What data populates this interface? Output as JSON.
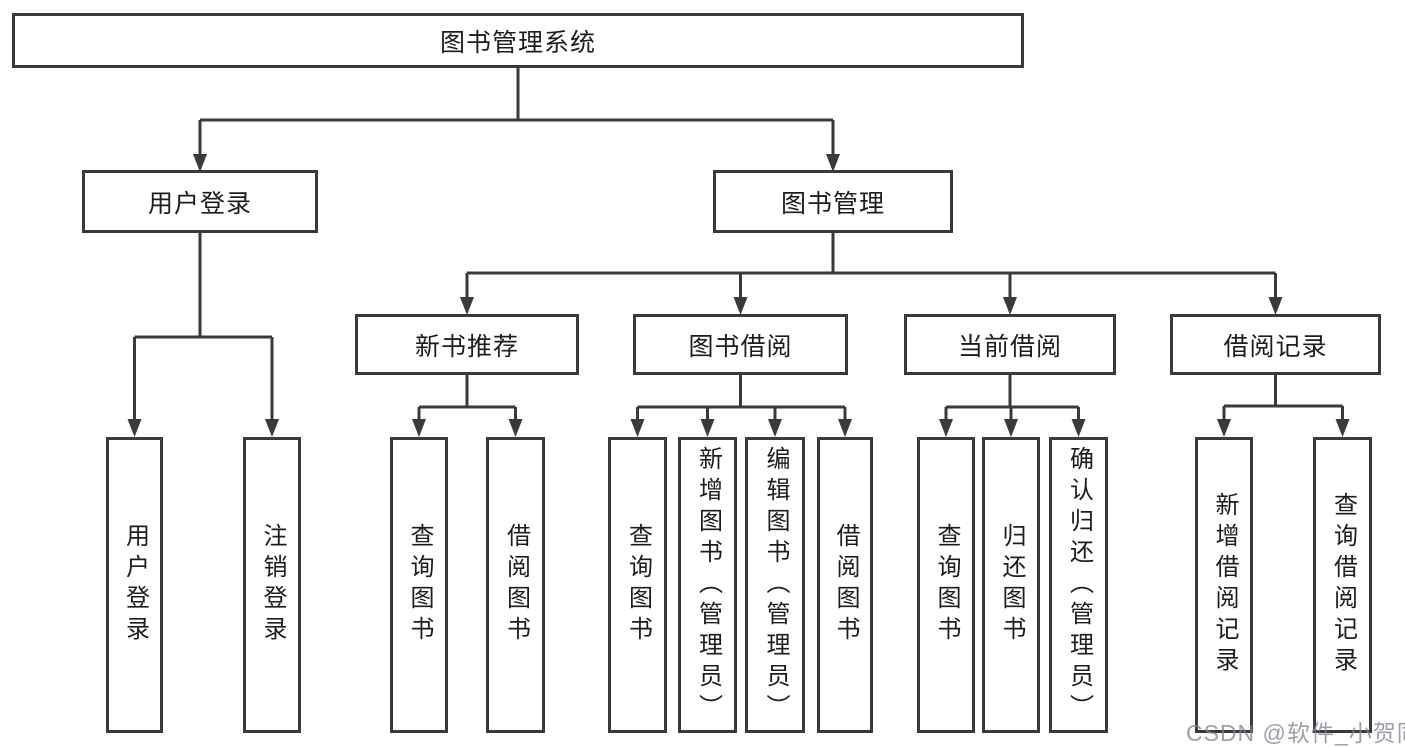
{
  "watermark": "CSDN @软件_小贺同学",
  "colors": {
    "line": "#3a3a3a",
    "box_border": "#3a3a3a",
    "text": "#1d1d1d",
    "background": "#ffffff",
    "watermark": "#80858f"
  },
  "diagram": {
    "type": "tree",
    "root": {
      "label": "图书管理系统"
    },
    "level2": [
      {
        "label": "用户登录",
        "children": [
          {
            "label": "用户登录"
          },
          {
            "label": "注销登录"
          }
        ]
      },
      {
        "label": "图书管理",
        "children": [
          {
            "label": "新书推荐",
            "children": [
              {
                "label": "查询图书"
              },
              {
                "label": "借阅图书"
              }
            ]
          },
          {
            "label": "图书借阅",
            "children": [
              {
                "label": "查询图书"
              },
              {
                "label": "新增图书（管理员）"
              },
              {
                "label": "编辑图书（管理员）"
              },
              {
                "label": "借阅图书"
              }
            ]
          },
          {
            "label": "当前借阅",
            "children": [
              {
                "label": "查询图书"
              },
              {
                "label": "归还图书"
              },
              {
                "label": "确认归还（管理员）"
              }
            ]
          },
          {
            "label": "借阅记录",
            "children": [
              {
                "label": "新增借阅记录"
              },
              {
                "label": "查询借阅记录"
              }
            ]
          }
        ]
      }
    ]
  }
}
